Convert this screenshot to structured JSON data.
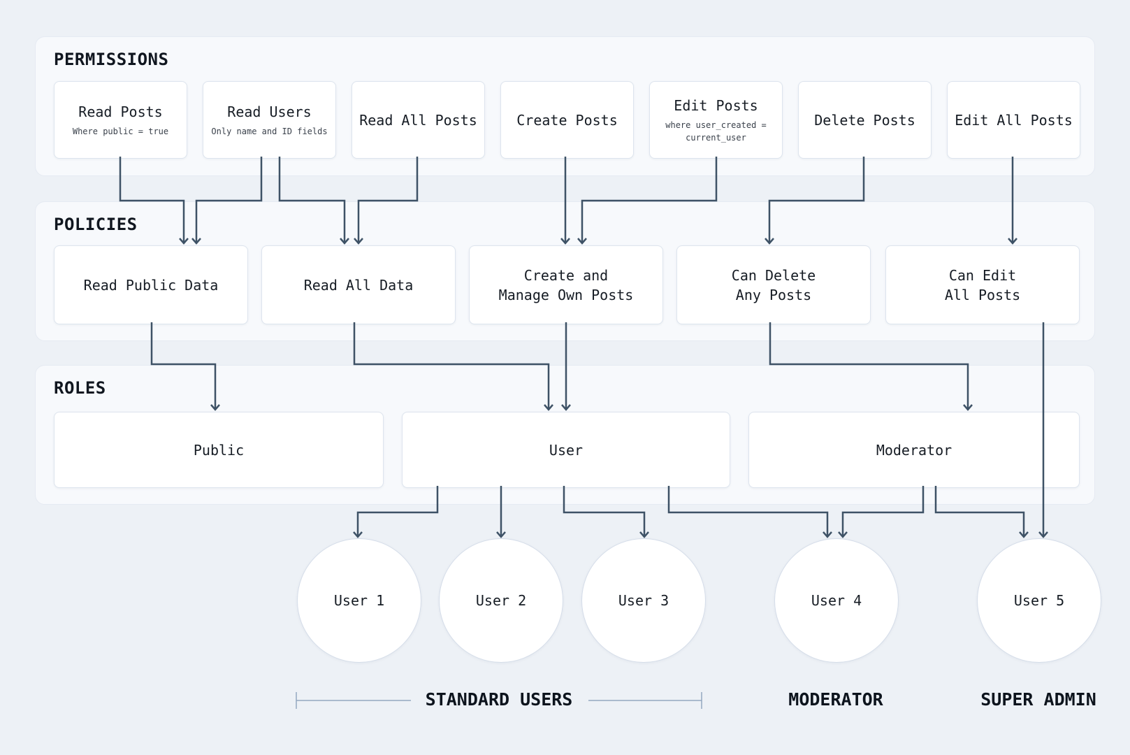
{
  "tiers": [
    {
      "title": "PERMISSIONS",
      "nodes": [
        {
          "label": "Read Posts",
          "sublabel": "Where public = true"
        },
        {
          "label": "Read Users",
          "sublabel": "Only name and ID fields"
        },
        {
          "label": "Read All Posts"
        },
        {
          "label": "Create Posts"
        },
        {
          "label": "Edit Posts",
          "sublabel": "where user_created =\ncurrent_user"
        },
        {
          "label": "Delete Posts"
        },
        {
          "label": "Edit All Posts"
        }
      ]
    },
    {
      "title": "POLICIES",
      "nodes": [
        {
          "label": "Read Public Data"
        },
        {
          "label": "Read All Data"
        },
        {
          "label": "Create and\nManage Own Posts"
        },
        {
          "label": "Can Delete\nAny Posts"
        },
        {
          "label": "Can Edit\nAll Posts"
        }
      ]
    },
    {
      "title": "ROLES",
      "nodes": [
        {
          "label": "Public"
        },
        {
          "label": "User"
        },
        {
          "label": "Moderator"
        }
      ]
    }
  ],
  "users": [
    {
      "label": "User 1"
    },
    {
      "label": "User 2"
    },
    {
      "label": "User 3"
    },
    {
      "label": "User 4"
    },
    {
      "label": "User 5"
    }
  ],
  "group_labels": [
    {
      "label": "STANDARD USERS"
    },
    {
      "label": "MODERATOR"
    },
    {
      "label": "SUPER ADMIN"
    }
  ],
  "edges": [
    {
      "from": "Read Posts",
      "to": "Read Public Data"
    },
    {
      "from": "Read Users",
      "to": "Read Public Data"
    },
    {
      "from": "Read Users",
      "to": "Read All Data"
    },
    {
      "from": "Read All Posts",
      "to": "Read All Data"
    },
    {
      "from": "Create Posts",
      "to": "Create and Manage Own Posts"
    },
    {
      "from": "Edit Posts",
      "to": "Create and Manage Own Posts"
    },
    {
      "from": "Delete Posts",
      "to": "Can Delete Any Posts"
    },
    {
      "from": "Edit All Posts",
      "to": "Can Edit All Posts"
    },
    {
      "from": "Read Public Data",
      "to": "Public"
    },
    {
      "from": "Read All Data",
      "to": "User"
    },
    {
      "from": "Create and Manage Own Posts",
      "to": "User"
    },
    {
      "from": "Can Delete Any Posts",
      "to": "Moderator"
    },
    {
      "from": "User",
      "to": "User 1"
    },
    {
      "from": "User",
      "to": "User 2"
    },
    {
      "from": "User",
      "to": "User 3"
    },
    {
      "from": "User",
      "to": "User 4"
    },
    {
      "from": "Moderator",
      "to": "User 4"
    },
    {
      "from": "Moderator",
      "to": "User 5"
    },
    {
      "from": "Can Edit All Posts",
      "to": "User 5"
    }
  ],
  "colors": {
    "page_bg": "#edf1f6",
    "panel_bg": "#f7f9fc",
    "panel_border": "#e5eaf2",
    "node_bg": "#ffffff",
    "node_border": "#dde4ee",
    "arrow": "#3e5266",
    "bracket": "#93a7c0",
    "text": "#161c24"
  }
}
